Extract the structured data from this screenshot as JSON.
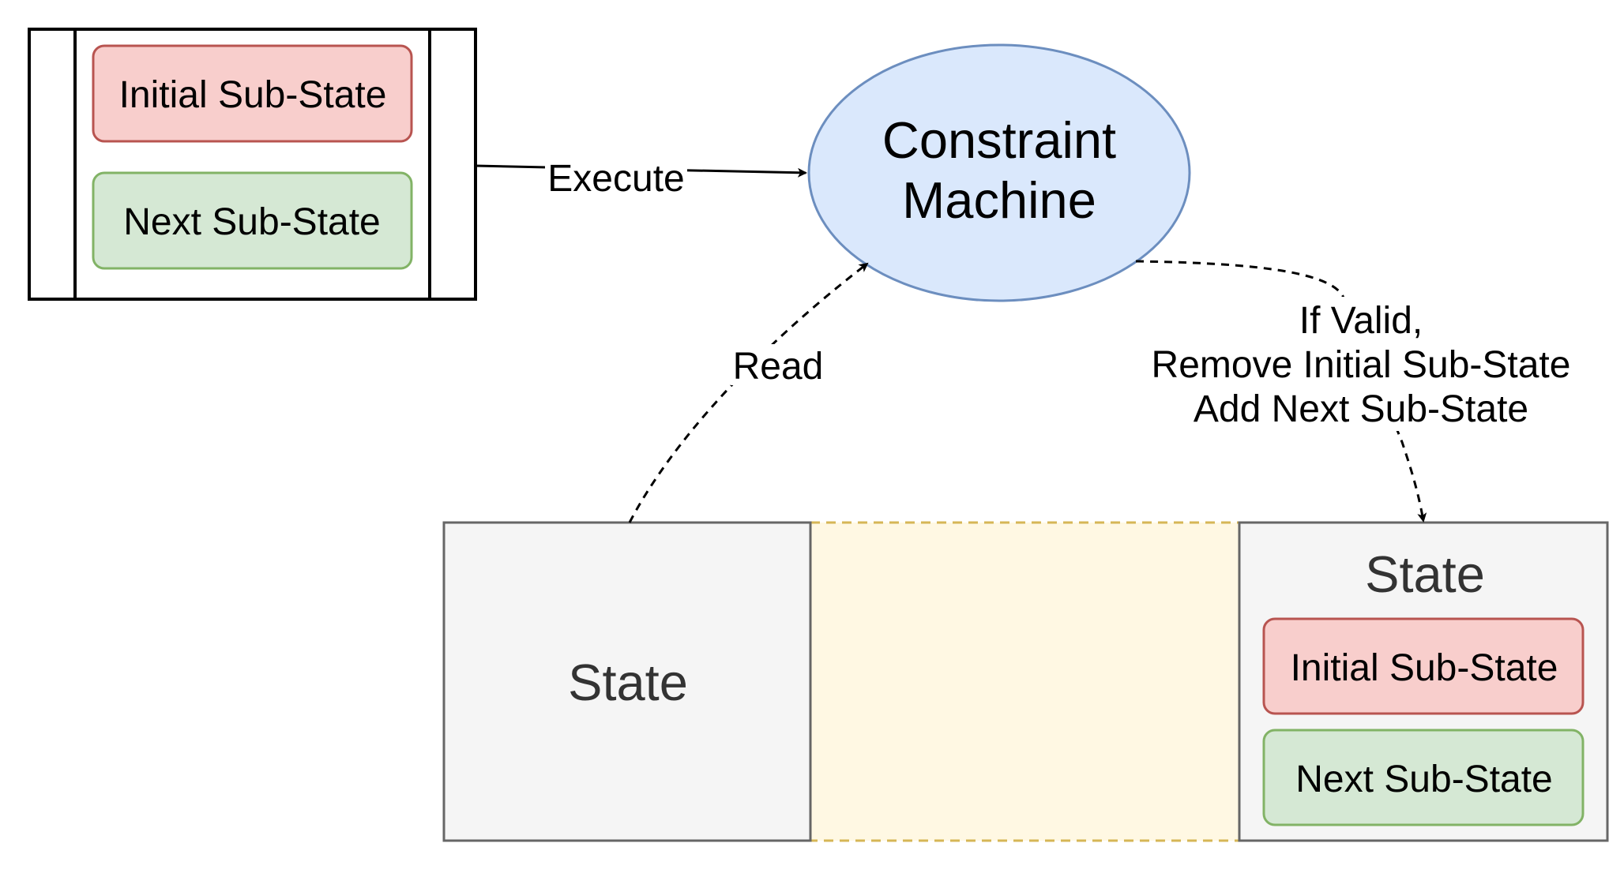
{
  "transaction": {
    "initial_label": "Initial Sub-State",
    "next_label": "Next Sub-State"
  },
  "machine": {
    "line1": "Constraint",
    "line2": "Machine"
  },
  "edges": {
    "execute": "Execute",
    "read": "Read",
    "write_line1": "If Valid,",
    "write_line2": "Remove Initial Sub-State",
    "write_line3": "Add Next Sub-State"
  },
  "state_left": {
    "label": "State"
  },
  "state_right": {
    "label": "State",
    "initial_label": "Initial Sub-State",
    "next_label": "Next Sub-State"
  },
  "colors": {
    "initial_fill": "#f8cecc",
    "initial_stroke": "#b85450",
    "next_fill": "#d5e8d4",
    "next_stroke": "#82b366",
    "machine_fill": "#dae8fc",
    "machine_stroke": "#6c8ebf",
    "state_fill": "#f5f5f5",
    "state_stroke": "#666666",
    "gap_fill": "#fff2cc",
    "gap_stroke": "#d6b656"
  }
}
